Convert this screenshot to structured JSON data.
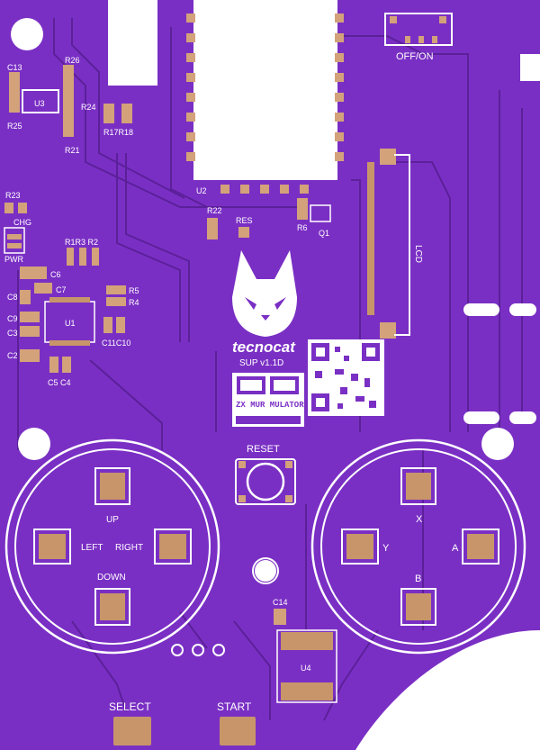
{
  "board": {
    "title": "tecnocat",
    "version": "SUP v1.1D",
    "logo_text": "ZX MUR MULATOR",
    "colors": {
      "pcb": "#7a2fc4",
      "pcb_dark": "#5c209a",
      "copper": "#d3a27a",
      "silk": "#ffffff"
    }
  },
  "labels": {
    "switch": "OFF/ON",
    "lcd": "LCD",
    "u2": "U2",
    "u3": "U3",
    "u1": "U1",
    "u4": "U4",
    "q1": "Q1",
    "res": "RES",
    "reset": "RESET",
    "chg": "CHG",
    "pwr": "PWR",
    "r26": "R26",
    "r24": "R24",
    "r25": "R25",
    "r21": "R21",
    "r17r18": "R17R18",
    "r23": "R23",
    "r22": "R22",
    "r6": "R6",
    "r1r3r2": "R1R3 R2",
    "r5": "R5",
    "r4": "R4",
    "c13": "C13",
    "c6": "C6",
    "c7": "C7",
    "c8": "C8",
    "c9": "C9",
    "c3": "C3",
    "c2": "C2",
    "c5c4": "C5 C4",
    "c11c10": "C11C10",
    "c14": "C14"
  },
  "dpad": {
    "up": "UP",
    "down": "DOWN",
    "left": "LEFT",
    "right": "RIGHT"
  },
  "buttons": {
    "x": "X",
    "y": "Y",
    "a": "A",
    "b": "B",
    "select": "SELECT",
    "start": "START"
  }
}
